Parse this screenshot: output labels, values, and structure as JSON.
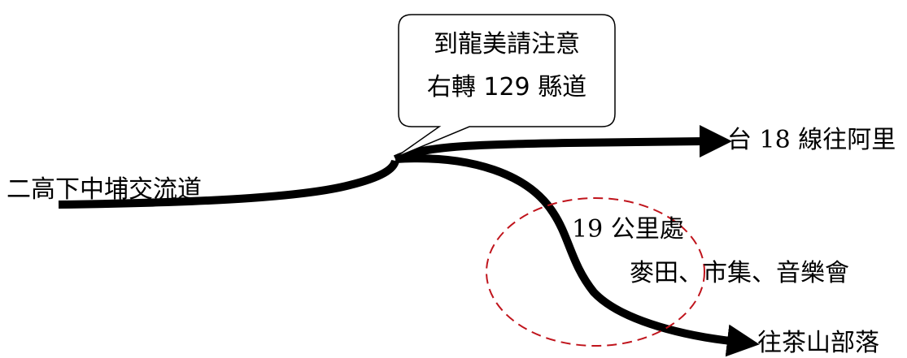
{
  "callout": {
    "line1": "到龍美請注意",
    "line2": "右轉 129 縣道"
  },
  "labels": {
    "origin": "二高下中埔交流道",
    "route_upper": "台 18 線往阿里",
    "route_lower": "往茶山部落",
    "distance": "19 公里處",
    "attractions": "麥田、市集、音樂會"
  },
  "colors": {
    "road": "#000000",
    "callout_border": "#000000",
    "highlight_circle": "#c0141c"
  }
}
